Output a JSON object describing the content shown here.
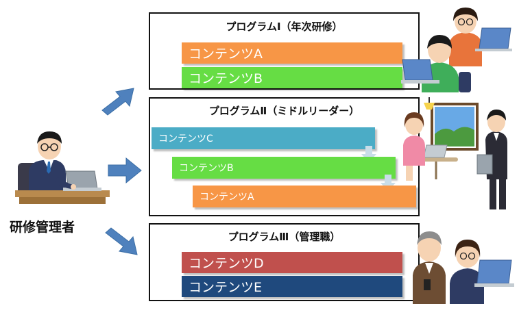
{
  "admin": {
    "label": "研修管理者"
  },
  "programs": [
    {
      "title": "プログラムⅠ（年次研修）",
      "contents": [
        {
          "label": "コンテンツA",
          "color": "#F79646"
        },
        {
          "label": "コンテンツB",
          "color": "#66DD44"
        }
      ]
    },
    {
      "title": "プログラムⅡ（ミドルリーダー）",
      "contents": [
        {
          "label": "コンテンツC",
          "color": "#4BACC6"
        },
        {
          "label": "コンテンツB",
          "color": "#66DD44"
        },
        {
          "label": "コンテンツA",
          "color": "#F79646"
        }
      ]
    },
    {
      "title": "プログラムⅢ（管理職）",
      "contents": [
        {
          "label": "コンテンツD",
          "color": "#C0504D"
        },
        {
          "label": "コンテンツE",
          "color": "#1F497D"
        }
      ]
    }
  ],
  "colors": {
    "arrow": "#4F81BD",
    "flow_arrow": "#C9DDE8",
    "frame": "#111111"
  },
  "icons": [
    "admin-person-icon",
    "learner-pair-icon",
    "learner-group-icon",
    "manager-pair-icon",
    "arrow-right-icon",
    "down-arrow-icon"
  ]
}
